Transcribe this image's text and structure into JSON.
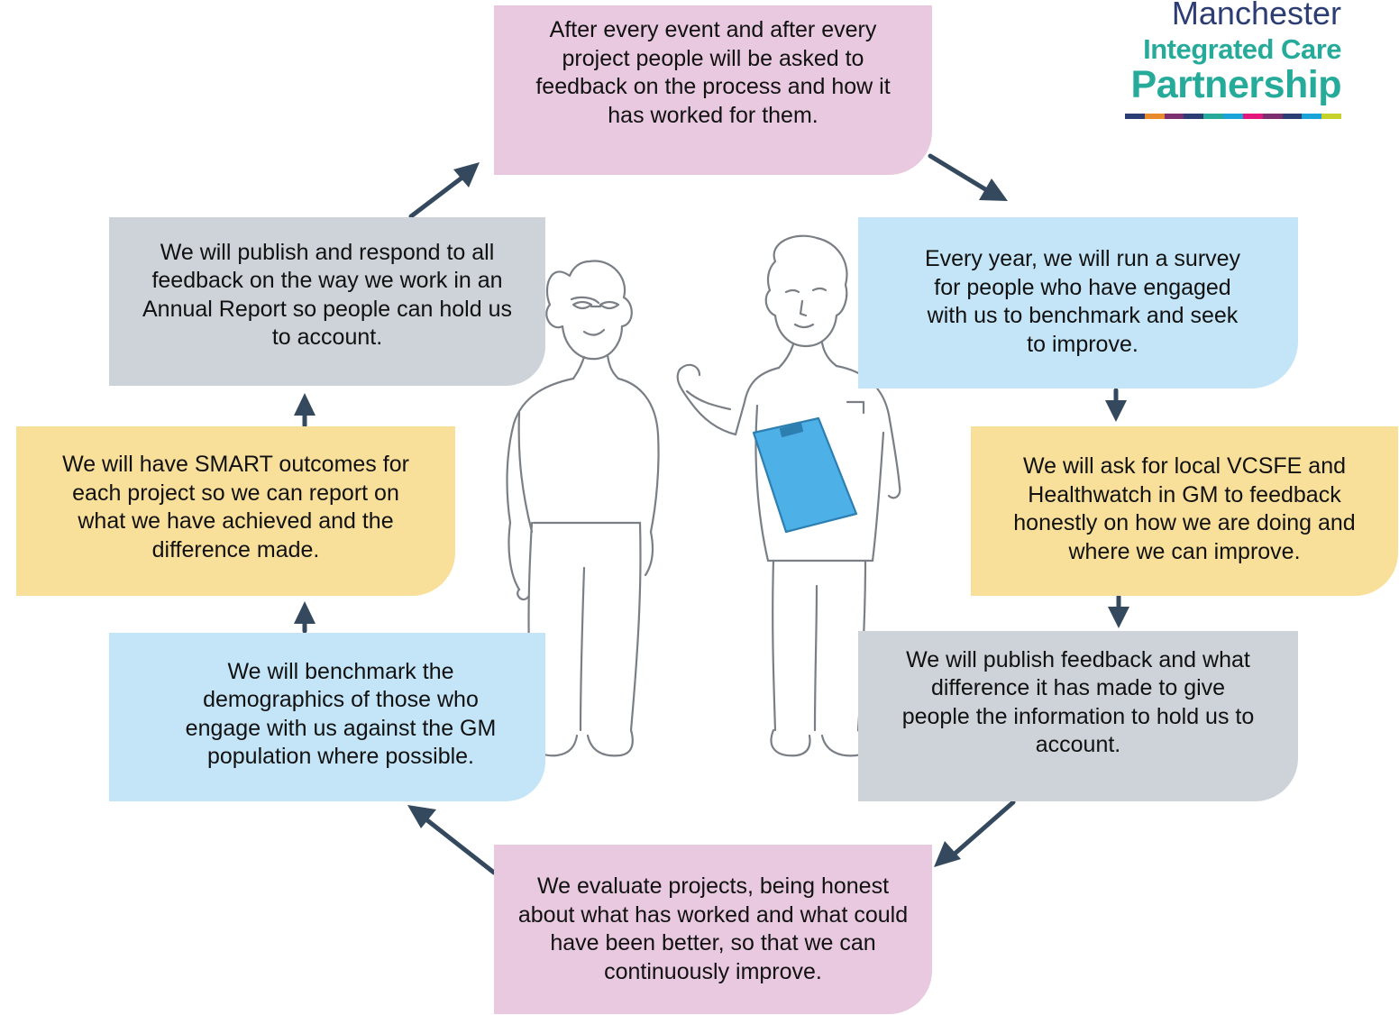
{
  "logo": {
    "line1": "Manchester",
    "line2": "Integrated Care",
    "line3": "Partnership",
    "stripe_colors": [
      "#2c3d73",
      "#e98a2d",
      "#7b2f6e",
      "#2c3d73",
      "#26ab9b",
      "#1aa3d8",
      "#e4167b",
      "#7b2f6e",
      "#2c3d73",
      "#1aa3d8",
      "#c6d12b"
    ]
  },
  "steps": {
    "top": "After every event and after every project people will be asked to feedback on the process and how it has worked for them.",
    "right_1": "Every year, we will run a survey for people who have engaged with us to benchmark and seek to improve.",
    "right_2": "We will ask for local VCSFE and Healthwatch in GM to feedback honestly on how we are doing and where we can improve.",
    "right_3": "We will publish feedback and what difference it has made to give people the information to hold us to account.",
    "bottom": "We evaluate projects, being honest about what has worked and what could have been better, so that we can continuously improve.",
    "left_3": "We will benchmark the demographics of those who engage with us against the GM population where possible.",
    "left_2": "We will have SMART outcomes for each project so we can report on what we have achieved and the difference made.",
    "left_1": "We will publish and respond to all feedback on the way we work in an Annual Report so people can hold us to account."
  },
  "colors": {
    "pink": "#e8c9df",
    "blue": "#c3e5f7",
    "grey": "#cdd3d9",
    "yellow": "#f8e09a",
    "arrow": "#34495e",
    "clipboard": "#4db0e6"
  },
  "illustration": "two-people-talking-icon"
}
